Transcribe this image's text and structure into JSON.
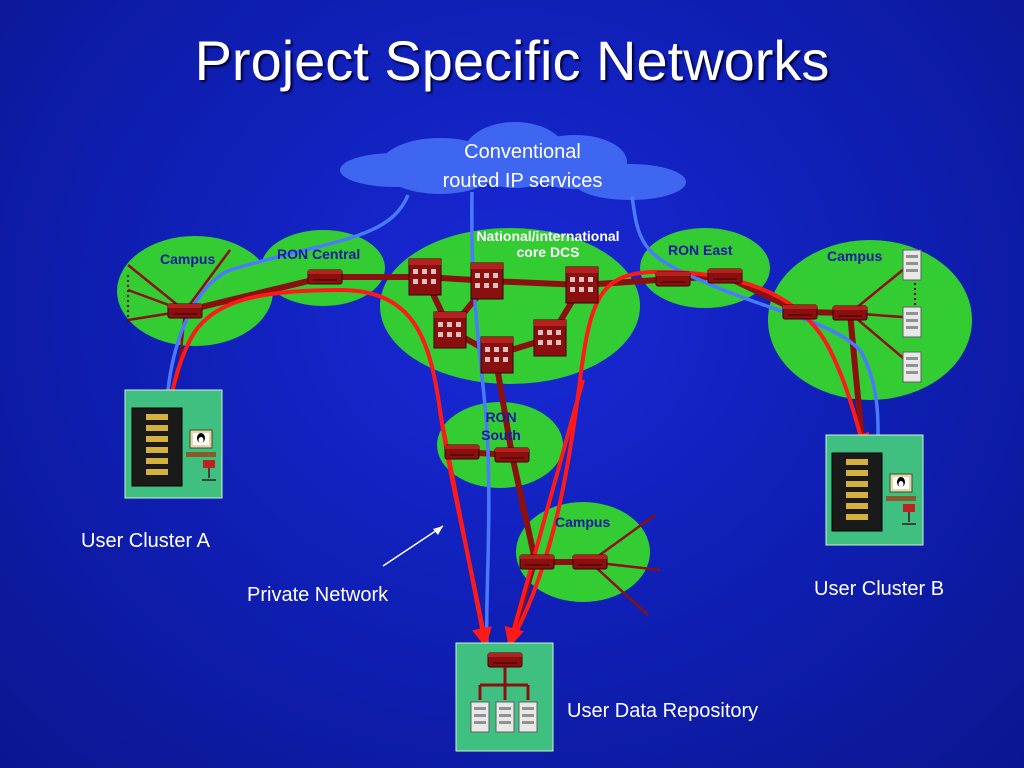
{
  "title": "Project Specific Networks",
  "cloud": {
    "line1": "Conventional",
    "line2": "routed IP services"
  },
  "core": {
    "line1": "National/international",
    "line2": "core DCS"
  },
  "nodes": {
    "campus_left": "Campus",
    "ron_central": "RON Central",
    "ron_east": "RON East",
    "campus_right": "Campus",
    "ron_south_line1": "RON",
    "ron_south_line2": "South",
    "campus_bottom": "Campus"
  },
  "labels": {
    "user_cluster_a": "User Cluster A",
    "user_cluster_b": "User Cluster B",
    "private_network": "Private Network",
    "user_data_repository": "User Data Repository"
  },
  "colors": {
    "background": "#1020b8",
    "region_fill": "#33cc33",
    "cloud_fill": "#3f66f0",
    "link": "#8b1010",
    "private_path": "#ff1a1a",
    "ip_path": "#4a7aff",
    "panel": "#40c080"
  },
  "icons": [
    "router-icon",
    "switch-icon",
    "server-rack-icon",
    "server-icon",
    "workstation-icon",
    "penguin-icon",
    "chair-icon",
    "arrow-icon"
  ]
}
